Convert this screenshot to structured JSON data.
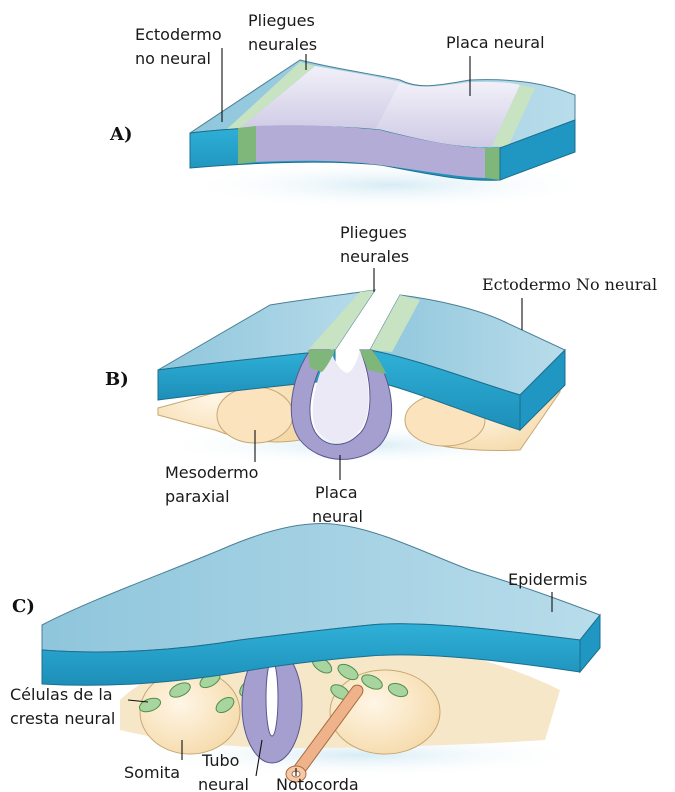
{
  "panels": {
    "a": {
      "letter": "A)",
      "labels": {
        "ectodermo_1": "Ectodermo",
        "ectodermo_2": "no neural",
        "pliegues_1": "Pliegues",
        "pliegues_2": "neurales",
        "placa": "Placa neural"
      }
    },
    "b": {
      "letter": "B)",
      "labels": {
        "pliegues_1": "Pliegues",
        "pliegues_2": "neurales",
        "ectodermo": "Ectodermo No neural",
        "mesodermo_1": "Mesodermo",
        "mesodermo_2": "paraxial",
        "placa_1": "Placa",
        "placa_2": "neural"
      }
    },
    "c": {
      "letter": "C)",
      "labels": {
        "epidermis": "Epidermis",
        "celulas_1": "Células de la",
        "celulas_2": "cresta neural",
        "somita": "Somita",
        "tubo_1": "Tubo",
        "tubo_2": "neural",
        "notocorda": "Notocorda"
      }
    }
  },
  "colors": {
    "ectoderm_top": "#a8d3e4",
    "ectoderm_side": "#2aa6cf",
    "neural_plate": "#b7b3d8",
    "neural_fold": "#86b882",
    "mesoderm": "#fbe8c8",
    "notochord": "#e8a77a"
  }
}
